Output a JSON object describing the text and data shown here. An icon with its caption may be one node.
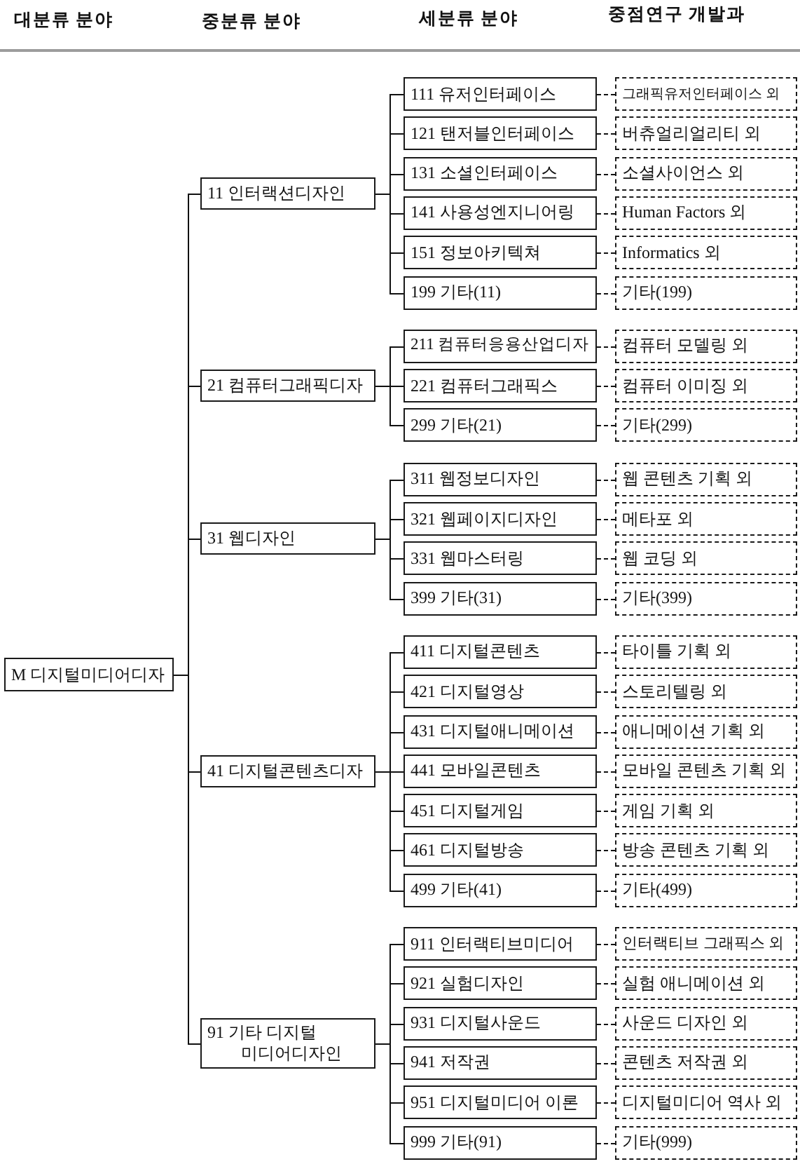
{
  "diagram": {
    "nodes": [
      {
        "text": [
          "M 디지털미디어디자"
        ]
      },
      {
        "text": [
          "11 인터랙션디자인"
        ]
      },
      {
        "text": [
          "111 유저인터페이스"
        ]
      },
      {
        "text": [
          "그래픽유저인터페이스 외"
        ]
      },
      {
        "text": [
          "121 탠저블인터페이스"
        ]
      },
      {
        "text": [
          "버츄얼리얼리티 외"
        ]
      },
      {
        "text": [
          "131 소셜인터페이스"
        ]
      },
      {
        "text": [
          "소셜사이언스 외"
        ]
      },
      {
        "text": [
          "141 사용성엔지니어링"
        ]
      },
      {
        "text": [
          "Human Factors 외"
        ]
      },
      {
        "text": [
          "151 정보아키텍쳐"
        ]
      },
      {
        "text": [
          "Informatics 외"
        ]
      },
      {
        "text": [
          "199 기타(11)"
        ]
      },
      {
        "text": [
          "기타(199)"
        ]
      },
      {
        "text": [
          "21 컴퓨터그래픽디자"
        ]
      },
      {
        "text": [
          "211 컴퓨터응용산업디자"
        ]
      },
      {
        "text": [
          "컴퓨터 모델링 외"
        ]
      },
      {
        "text": [
          "221 컴퓨터그래픽스"
        ]
      },
      {
        "text": [
          "컴퓨터 이미징 외"
        ]
      },
      {
        "text": [
          "299 기타(21)"
        ]
      },
      {
        "text": [
          "기타(299)"
        ]
      },
      {
        "text": [
          "31 웹디자인"
        ]
      },
      {
        "text": [
          "311 웹정보디자인"
        ]
      },
      {
        "text": [
          "웹 콘텐츠 기획 외"
        ]
      },
      {
        "text": [
          "321 웹페이지디자인"
        ]
      },
      {
        "text": [
          "메타포 외"
        ]
      },
      {
        "text": [
          "331 웹마스터링"
        ]
      },
      {
        "text": [
          "웹 코딩 외"
        ]
      },
      {
        "text": [
          "399 기타(31)"
        ]
      },
      {
        "text": [
          "기타(399)"
        ]
      },
      {
        "text": [
          "41 디지털콘텐츠디자"
        ]
      },
      {
        "text": [
          "411 디지털콘텐츠"
        ]
      },
      {
        "text": [
          "타이틀 기획 외"
        ]
      },
      {
        "text": [
          "421 디지털영상"
        ]
      },
      {
        "text": [
          "스토리텔링 외"
        ]
      },
      {
        "text": [
          "431 디지털애니메이션"
        ]
      },
      {
        "text": [
          "애니메이션 기획 외"
        ]
      },
      {
        "text": [
          "441 모바일콘텐츠"
        ]
      },
      {
        "text": [
          "모바일 콘텐츠 기획 외"
        ]
      },
      {
        "text": [
          "451 디지털게임"
        ]
      },
      {
        "text": [
          "게임 기획 외"
        ]
      },
      {
        "text": [
          "461 디지털방송"
        ]
      },
      {
        "text": [
          "방송 콘텐츠 기획 외"
        ]
      },
      {
        "text": [
          "499 기타(41)"
        ]
      },
      {
        "text": [
          "기타(499)"
        ]
      },
      {
        "text": [
          "91 기타 디지털 미디어디자인"
        ]
      },
      {
        "text": [
          "911 인터랙티브미디어"
        ]
      },
      {
        "text": [
          "인터랙티브 그래픽스 외"
        ]
      },
      {
        "text": [
          "921 실험디자인"
        ]
      },
      {
        "text": [
          "실험 애니메이션 외"
        ]
      },
      {
        "text": [
          "931 디지털사운드"
        ]
      },
      {
        "text": [
          "사운드 디자인 외"
        ]
      },
      {
        "text": [
          "941 저작권"
        ]
      },
      {
        "text": [
          "콘텐츠 저작권 외"
        ]
      },
      {
        "text": [
          "951 디지털미디어 이론"
        ]
      },
      {
        "text": [
          "디지털미디어 역사 외"
        ]
      },
      {
        "text": [
          "999 기타(91)"
        ]
      },
      {
        "text": [
          "기타(999)"
        ]
      }
    ],
    "edges": [
      {
        "from": 0,
        "to": 1,
        "arrow": "none"
      },
      {
        "from": 1,
        "to": 2,
        "arrow": "none"
      },
      {
        "from": 2,
        "to": 3,
        "arrow": "none",
        "style": "dashed"
      },
      {
        "from": 1,
        "to": 4,
        "arrow": "none"
      },
      {
        "from": 4,
        "to": 5,
        "arrow": "none",
        "style": "dashed"
      },
      {
        "from": 1,
        "to": 6,
        "arrow": "none"
      },
      {
        "from": 6,
        "to": 7,
        "arrow": "none",
        "style": "dashed"
      },
      {
        "from": 1,
        "to": 8,
        "arrow": "none"
      },
      {
        "from": 8,
        "to": 9,
        "arrow": "none",
        "style": "dashed"
      },
      {
        "from": 1,
        "to": 10,
        "arrow": "none"
      },
      {
        "from": 10,
        "to": 11,
        "arrow": "none",
        "style": "dashed"
      },
      {
        "from": 1,
        "to": 12,
        "arrow": "none"
      },
      {
        "from": 12,
        "to": 13,
        "arrow": "none",
        "style": "dashed"
      },
      {
        "from": 0,
        "to": 14,
        "arrow": "none"
      },
      {
        "from": 14,
        "to": 15,
        "arrow": "none"
      },
      {
        "from": 15,
        "to": 16,
        "arrow": "none",
        "style": "dashed"
      },
      {
        "from": 14,
        "to": 17,
        "arrow": "none"
      },
      {
        "from": 17,
        "to": 18,
        "arrow": "none",
        "style": "dashed"
      },
      {
        "from": 14,
        "to": 19,
        "arrow": "none"
      },
      {
        "from": 19,
        "to": 20,
        "arrow": "none",
        "style": "dashed"
      },
      {
        "from": 0,
        "to": 21,
        "arrow": "none"
      },
      {
        "from": 21,
        "to": 22,
        "arrow": "none"
      },
      {
        "from": 22,
        "to": 23,
        "arrow": "none",
        "style": "dashed"
      },
      {
        "from": 21,
        "to": 24,
        "arrow": "none"
      },
      {
        "from": 24,
        "to": 25,
        "arrow": "none",
        "style": "dashed"
      },
      {
        "from": 21,
        "to": 26,
        "arrow": "none"
      },
      {
        "from": 26,
        "to": 27,
        "arrow": "none",
        "style": "dashed"
      },
      {
        "from": 21,
        "to": 28,
        "arrow": "none"
      },
      {
        "from": 28,
        "to": 29,
        "arrow": "none",
        "style": "dashed"
      },
      {
        "from": 0,
        "to": 30,
        "arrow": "none"
      },
      {
        "from": 30,
        "to": 31,
        "arrow": "none"
      },
      {
        "from": 31,
        "to": 32,
        "arrow": "none",
        "style": "dashed"
      },
      {
        "from": 30,
        "to": 33,
        "arrow": "none"
      },
      {
        "from": 33,
        "to": 34,
        "arrow": "none",
        "style": "dashed"
      },
      {
        "from": 30,
        "to": 35,
        "arrow": "none"
      },
      {
        "from": 35,
        "to": 36,
        "arrow": "none",
        "style": "dashed"
      },
      {
        "from": 30,
        "to": 37,
        "arrow": "none"
      },
      {
        "from": 37,
        "to": 38,
        "arrow": "none",
        "style": "dashed"
      },
      {
        "from": 30,
        "to": 39,
        "arrow": "none"
      },
      {
        "from": 39,
        "to": 40,
        "arrow": "none",
        "style": "dashed"
      },
      {
        "from": 30,
        "to": 41,
        "arrow": "none"
      },
      {
        "from": 41,
        "to": 42,
        "arrow": "none",
        "style": "dashed"
      },
      {
        "from": 30,
        "to": 43,
        "arrow": "none"
      },
      {
        "from": 43,
        "to": 44,
        "arrow": "none",
        "style": "dashed"
      },
      {
        "from": 0,
        "to": 45,
        "arrow": "none"
      },
      {
        "from": 45,
        "to": 46,
        "arrow": "none"
      },
      {
        "from": 46,
        "to": 47,
        "arrow": "none",
        "style": "dashed"
      },
      {
        "from": 45,
        "to": 48,
        "arrow": "none"
      },
      {
        "from": 48,
        "to": 49,
        "arrow": "none",
        "style": "dashed"
      },
      {
        "from": 45,
        "to": 50,
        "arrow": "none"
      },
      {
        "from": 50,
        "to": 51,
        "arrow": "none",
        "style": "dashed"
      },
      {
        "from": 45,
        "to": 52,
        "arrow": "none"
      },
      {
        "from": 52,
        "to": 53,
        "arrow": "none",
        "style": "dashed"
      },
      {
        "from": 45,
        "to": 54,
        "arrow": "none"
      },
      {
        "from": 54,
        "to": 55,
        "arrow": "none",
        "style": "dashed"
      },
      {
        "from": 45,
        "to": 56,
        "arrow": "none"
      },
      {
        "from": 56,
        "to": 57,
        "arrow": "none",
        "style": "dashed"
      }
    ],
    "labels": [
      "대분류 분야",
      "중분류 분야",
      "세분류 분야",
      "중점연구 개발과"
    ]
  }
}
